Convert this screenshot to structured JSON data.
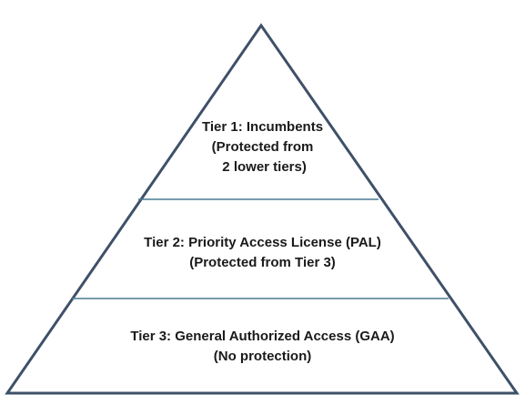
{
  "pyramid": {
    "colors": {
      "outline": "#3f5068",
      "divider": "#4a7a90",
      "fill": "#ffffff",
      "text": "#1a1a1a"
    },
    "tiers": [
      {
        "lines": [
          "Tier 1: Incumbents",
          "(Protected from",
          " 2 lower tiers)"
        ]
      },
      {
        "lines": [
          "Tier 2: Priority Access License (PAL)",
          "(Protected from Tier 3)"
        ]
      },
      {
        "lines": [
          "Tier 3: General Authorized Access (GAA)",
          "(No protection)"
        ]
      }
    ]
  }
}
